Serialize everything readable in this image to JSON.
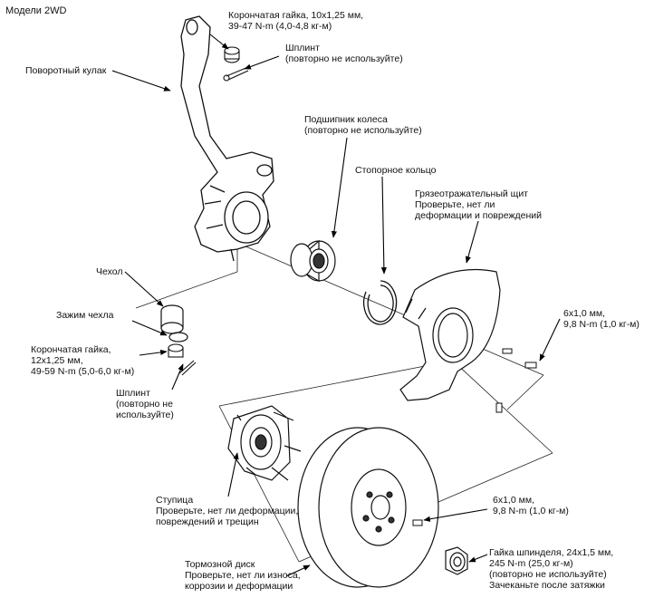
{
  "title": "Модели 2WD",
  "labels": {
    "castle_nut_top": [
      "Корончатая гайка, 10x1,25 мм,",
      "39-47 N-m (4,0-4,8 кг-м)"
    ],
    "cotter_pin_top": [
      "Шплинт",
      "(повторно не используйте)"
    ],
    "knuckle": [
      "Поворотный кулак"
    ],
    "wheel_bearing": [
      "Подшипник колеса",
      "(повторно не используйте)"
    ],
    "snap_ring": [
      "Стопорное кольцо"
    ],
    "splash_shield": [
      "Грязеотражательный щит",
      "Проверьте, нет ли",
      "деформации и повреждений"
    ],
    "boot": [
      "Чехол"
    ],
    "boot_clip": [
      "Зажим чехла"
    ],
    "castle_nut_bottom": [
      "Корончатая гайка,",
      "12x1,25 мм,",
      "49-59 N-m (5,0-6,0 кг-м)"
    ],
    "cotter_pin_bottom": [
      "Шплинт",
      "(повторно не",
      "используйте)"
    ],
    "bolt_shield": [
      "6x1,0 мм,",
      "9,8 N-m (1,0 кг-м)"
    ],
    "hub": [
      "Ступица",
      "Проверьте, нет ли деформации,",
      "повреждений и трещин"
    ],
    "bolt_disc": [
      "6x1,0 мм,",
      "9,8 N-m (1,0 кг-м)"
    ],
    "brake_disc": [
      "Тормозной диск",
      "Проверьте, нет ли износа,",
      "коррозии и деформации"
    ],
    "spindle_nut": [
      "Гайка шпинделя, 24x1,5 мм,",
      "245 N-m (25,0 кг-м)",
      "(повторно не используйте)",
      "Зачеканьте после затяжки"
    ]
  }
}
